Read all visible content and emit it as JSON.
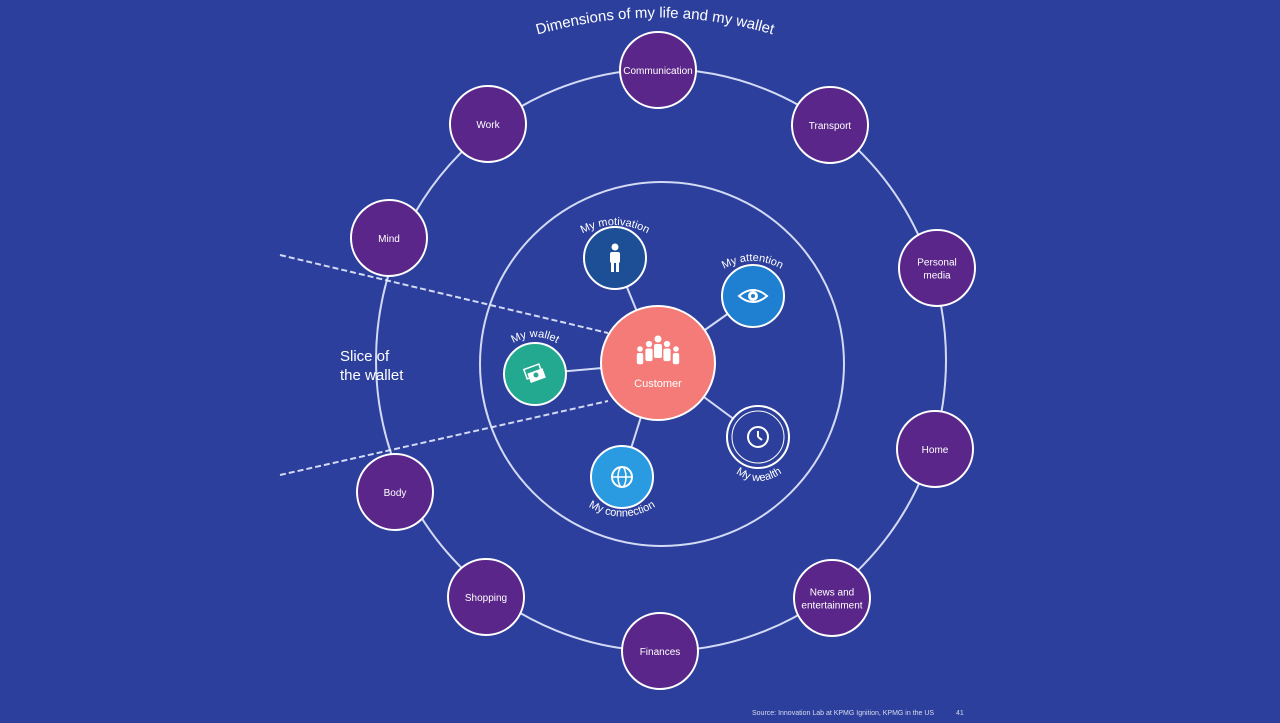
{
  "title": "Dimensions of my life and my wallet",
  "slice_label": [
    "Slice of",
    "the wallet"
  ],
  "center": {
    "label": "Customer",
    "color": "#f47b78"
  },
  "inner_nodes": [
    {
      "id": "motivation",
      "label": "My motivation",
      "icon": "person-icon",
      "color": "#1c4f96"
    },
    {
      "id": "attention",
      "label": "My attention",
      "icon": "eye-icon",
      "color": "#1f7fd0"
    },
    {
      "id": "wealth",
      "label": "My wealth",
      "icon": "clock-icon",
      "color": "#2c3f9c"
    },
    {
      "id": "connection",
      "label": "My connection",
      "icon": "globe-icon",
      "color": "#2a9be0"
    },
    {
      "id": "wallet",
      "label": "My wallet",
      "icon": "banknotes-icon",
      "color": "#23a98f"
    }
  ],
  "outer_nodes": [
    {
      "id": "communication",
      "label": [
        "Communication"
      ]
    },
    {
      "id": "transport",
      "label": [
        "Transport"
      ]
    },
    {
      "id": "personal-media",
      "label": [
        "Personal",
        "media"
      ]
    },
    {
      "id": "home",
      "label": [
        "Home"
      ]
    },
    {
      "id": "news",
      "label": [
        "News and",
        "entertainment"
      ]
    },
    {
      "id": "finances",
      "label": [
        "Finances"
      ]
    },
    {
      "id": "shopping",
      "label": [
        "Shopping"
      ]
    },
    {
      "id": "body",
      "label": [
        "Body"
      ]
    },
    {
      "id": "mind",
      "label": [
        "Mind"
      ]
    },
    {
      "id": "work",
      "label": [
        "Work"
      ]
    }
  ],
  "outer_node_color": "#5a2689",
  "background_color": "#2c3f9c",
  "footer": {
    "source": "Source: Innovation Lab at KPMG Ignition, KPMG in the US",
    "page": "41"
  }
}
